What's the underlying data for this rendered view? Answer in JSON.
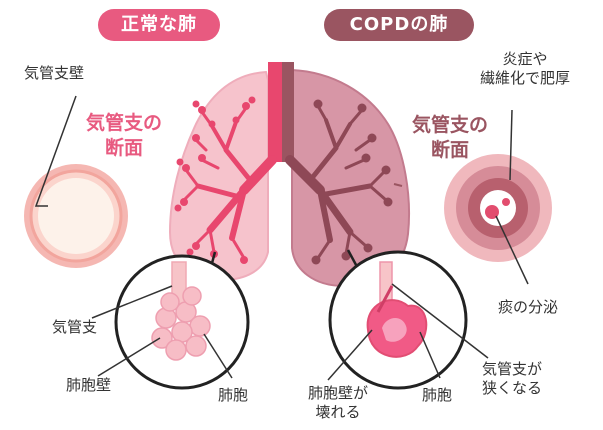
{
  "header": {
    "normal_title": "正常な肺",
    "copd_title": "COPDの肺"
  },
  "left": {
    "bronchial_wall": "気管支壁",
    "section_line1": "気管支の",
    "section_line2": "断面",
    "bronchus": "気管支",
    "alveolar_wall": "肺胞壁",
    "alveolus": "肺胞"
  },
  "right": {
    "inflammation_line1": "炎症や",
    "inflammation_line2": "繊維化で肥厚",
    "section_line1": "気管支の",
    "section_line2": "断面",
    "sputum": "痰の分泌",
    "bronchus_narrow_line1": "気管支が",
    "bronchus_narrow_line2": "狭くなる",
    "alveolar_wall_broken_line1": "肺胞壁が",
    "alveolar_wall_broken_line2": "壊れる",
    "alveolus": "肺胞"
  },
  "colors": {
    "normal_accent": "#e85a80",
    "copd_accent": "#9a5561",
    "normal_lung": "#f6c3cc",
    "copd_lung": "#d796a6",
    "label_text": "#333333"
  }
}
